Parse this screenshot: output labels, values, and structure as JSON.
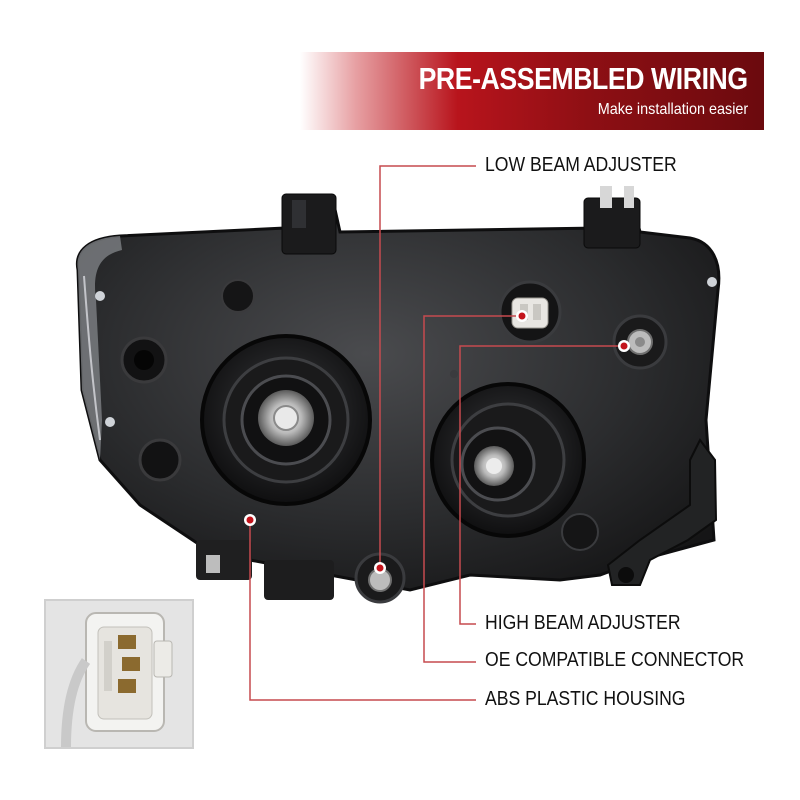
{
  "banner": {
    "title": "PRE-ASSEMBLED WIRING",
    "subtitle": "Make installation easier"
  },
  "callouts": [
    {
      "label": "LOW BEAM ADJUSTER"
    },
    {
      "label": "HIGH BEAM ADJUSTER"
    },
    {
      "label": "OE COMPATIBLE CONNECTOR"
    },
    {
      "label": "ABS PLASTIC HOUSING"
    }
  ],
  "colors": {
    "accent_red": "#b8141c",
    "leader_line": "#c64a4f",
    "housing": "#2a2b2d"
  },
  "images": {
    "product": "black-headlight-rear-view",
    "inset": "wiring-connector-closeup"
  }
}
